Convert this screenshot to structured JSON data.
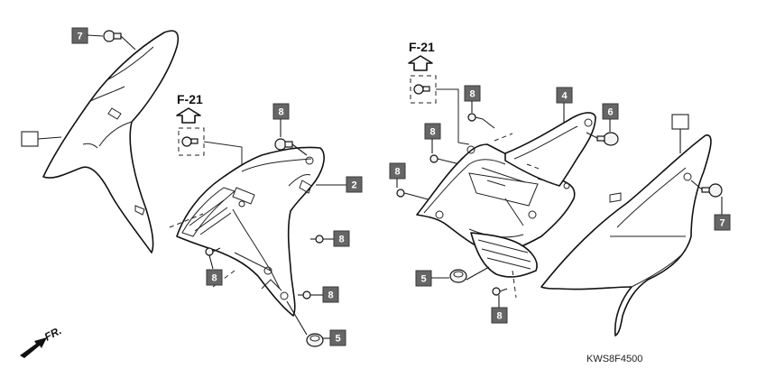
{
  "callouts": {
    "c7_left": "7",
    "c8_top_mid": "8",
    "c2": "2",
    "c8_mid_right": "8",
    "c8_left_bottom": "8",
    "c8_low_mid": "8",
    "c5_left": "5",
    "c8_right_top": "8",
    "c4": "4",
    "c6": "6",
    "c8_right_a": "8",
    "c8_right_b": "8",
    "c5_right": "5",
    "c8_right_bottom": "8",
    "c7_right": "7"
  },
  "refs": {
    "left": "F-21",
    "right": "F-21"
  },
  "direction_label": "FR.",
  "diagram_code": "KWS8F4500",
  "icons": [
    "up-arrow-icon",
    "direction-arrow-icon"
  ]
}
